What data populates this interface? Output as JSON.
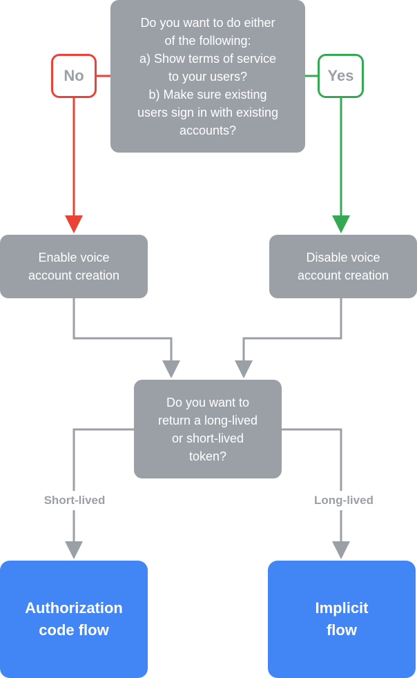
{
  "nodes": {
    "question1": "Do you want to do either\nof the following:\na) Show terms of service\nto your users?\nb) Make sure existing\nusers sign in with existing\naccounts?",
    "enable": "Enable voice\naccount creation",
    "disable": "Disable voice\naccount creation",
    "question2": "Do you want to\nreturn a long-lived\nor short-lived\ntoken?",
    "auth_code": "Authorization\ncode flow",
    "implicit": "Implicit\nflow"
  },
  "edges": {
    "no": "No",
    "yes": "Yes",
    "short": "Short-lived",
    "long": "Long-lived"
  },
  "colors": {
    "gray": "#9aa0a6",
    "red": "#ea4335",
    "green": "#34a853",
    "blue": "#4285f4"
  }
}
